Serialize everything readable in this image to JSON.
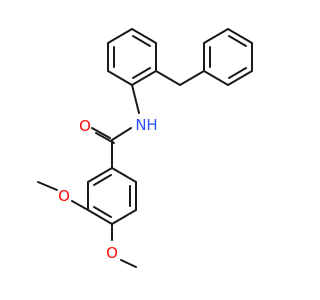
{
  "molecule": {
    "atoms": {
      "carbonyl_oxygen": "O",
      "amide_nitrogen": "N",
      "amide_hydrogen": "H",
      "methoxy_oxygen_3": "O",
      "methoxy_oxygen_4": "O"
    },
    "colors": {
      "bond": "#1a1a1a",
      "oxygen": "#ff0d0d",
      "nitrogen": "#3050f8",
      "background": "#ffffff"
    }
  }
}
